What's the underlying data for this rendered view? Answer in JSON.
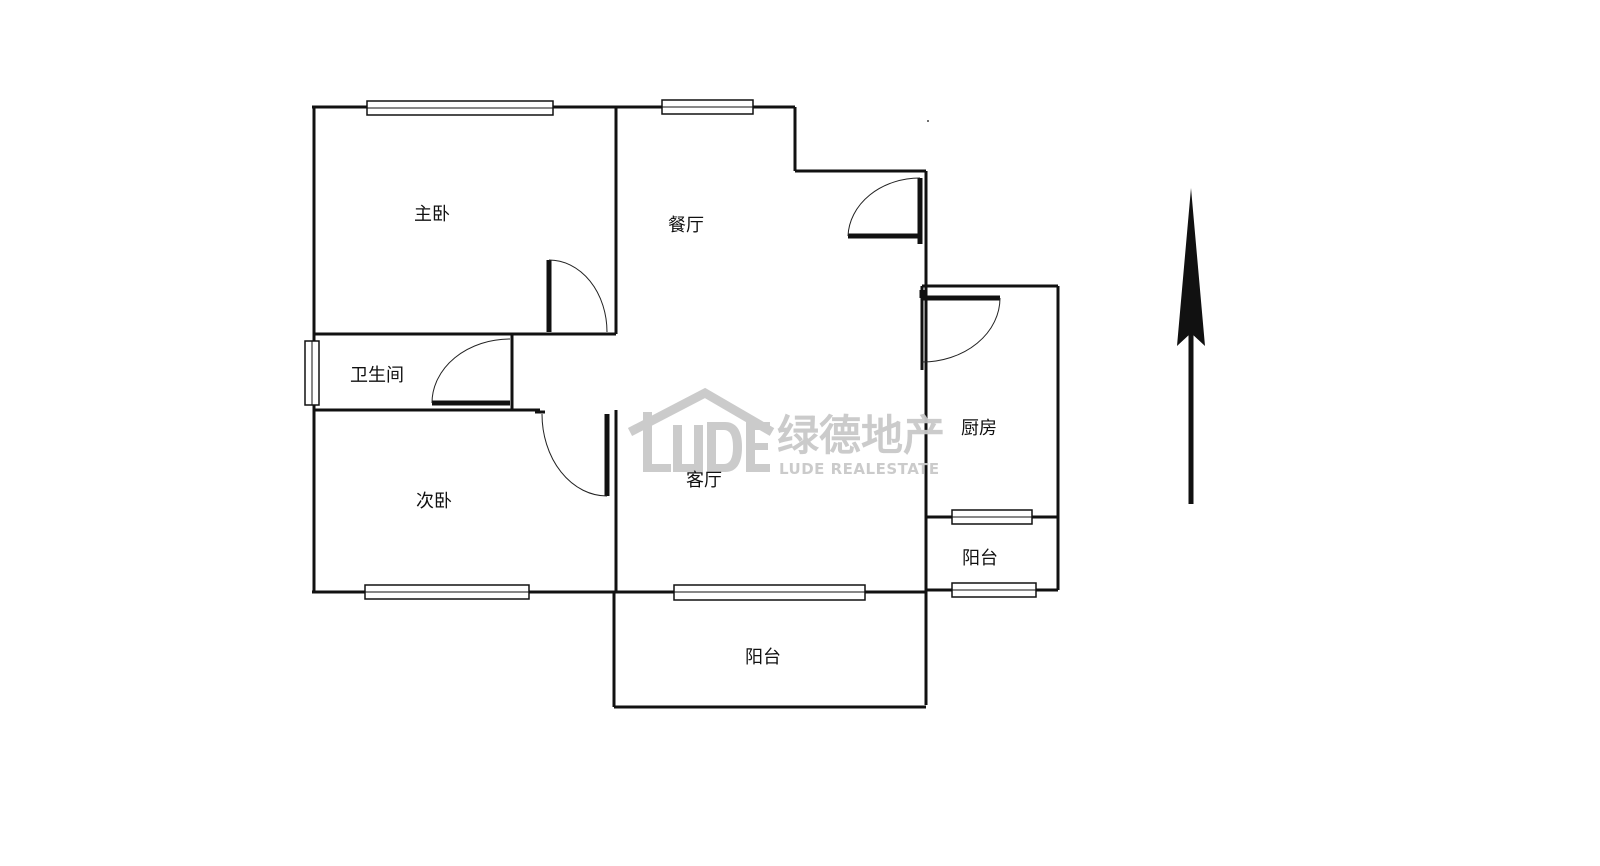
{
  "rooms": {
    "master_bedroom": "主卧",
    "dining_room": "餐厅",
    "bathroom": "卫生间",
    "living_room": "客厅",
    "second_bedroom": "次卧",
    "kitchen": "厨房",
    "balcony_small": "阳台",
    "balcony_main": "阳台"
  },
  "watermark": {
    "logo_text": "LUDE",
    "cn_name": "绿德地产",
    "en_name": "LUDE REALESTATE",
    "color": "#c9c9c9"
  },
  "compass": {
    "icon": "north-arrow-icon",
    "color": "#111111"
  }
}
